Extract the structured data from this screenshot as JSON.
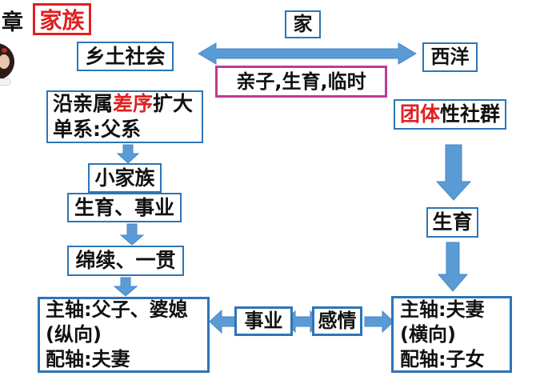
{
  "header": {
    "chapter_suffix": "章",
    "chapter_title": "家族"
  },
  "nodes": {
    "home": "家",
    "village": "乡土社会",
    "west": "西洋",
    "parent_child": "亲子,生育,临时",
    "kinship": {
      "line1_pre": "沿亲属",
      "line1_red": "差序",
      "line1_post": "扩大",
      "line2": "单系:父系"
    },
    "group": {
      "red": "团体",
      "rest": "性社群"
    },
    "small_family": "小家族",
    "fertility_career": "生育、事业",
    "continuity": "绵续、一贯",
    "main_axis_left": {
      "line1": "主轴:父子、婆媳",
      "line2": "(纵向)",
      "line3": "配轴:夫妻"
    },
    "career": "事业",
    "emotion": "感情",
    "birth": "生育",
    "main_axis_right": {
      "line1": "主轴:夫妻",
      "line2": "(横向)",
      "line3": "配轴:子女"
    }
  },
  "icons": {
    "presenter_avatar": "presenter-avatar"
  },
  "colors": {
    "background": "#FFFFFF",
    "box_border_blue": "#2E75B6",
    "arrow_blue": "#5B9BD5",
    "accent_red": "#E02020",
    "accent_magenta": "#BE3B96",
    "text": "#111111"
  }
}
